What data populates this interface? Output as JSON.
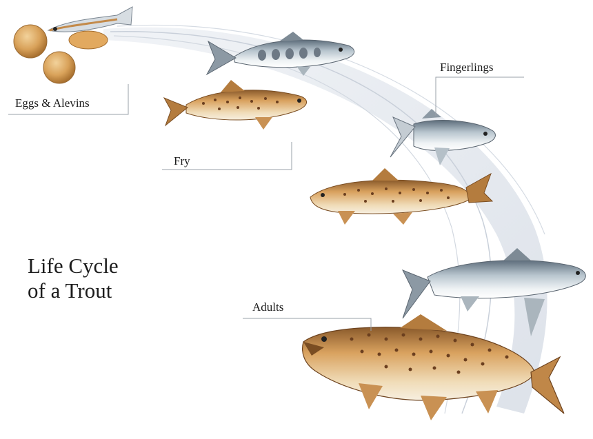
{
  "title": {
    "line1": "Life Cycle",
    "line2": "of a Trout"
  },
  "stages": {
    "eggs": "Eggs & Alevins",
    "fry": "Fry",
    "fingerlings": "Fingerlings",
    "adults": "Adults"
  },
  "colors": {
    "arc": "#e1e6ed",
    "arc_line": "#cdd4de",
    "leader": "#9aa0a8",
    "trout_body": "#d6a060",
    "trout_belly": "#f3e6cf",
    "spots": "#6b3f1f",
    "silver_back": "#6f7f8c",
    "silver_body": "#dfe6ea",
    "egg": "#d9a25a"
  }
}
